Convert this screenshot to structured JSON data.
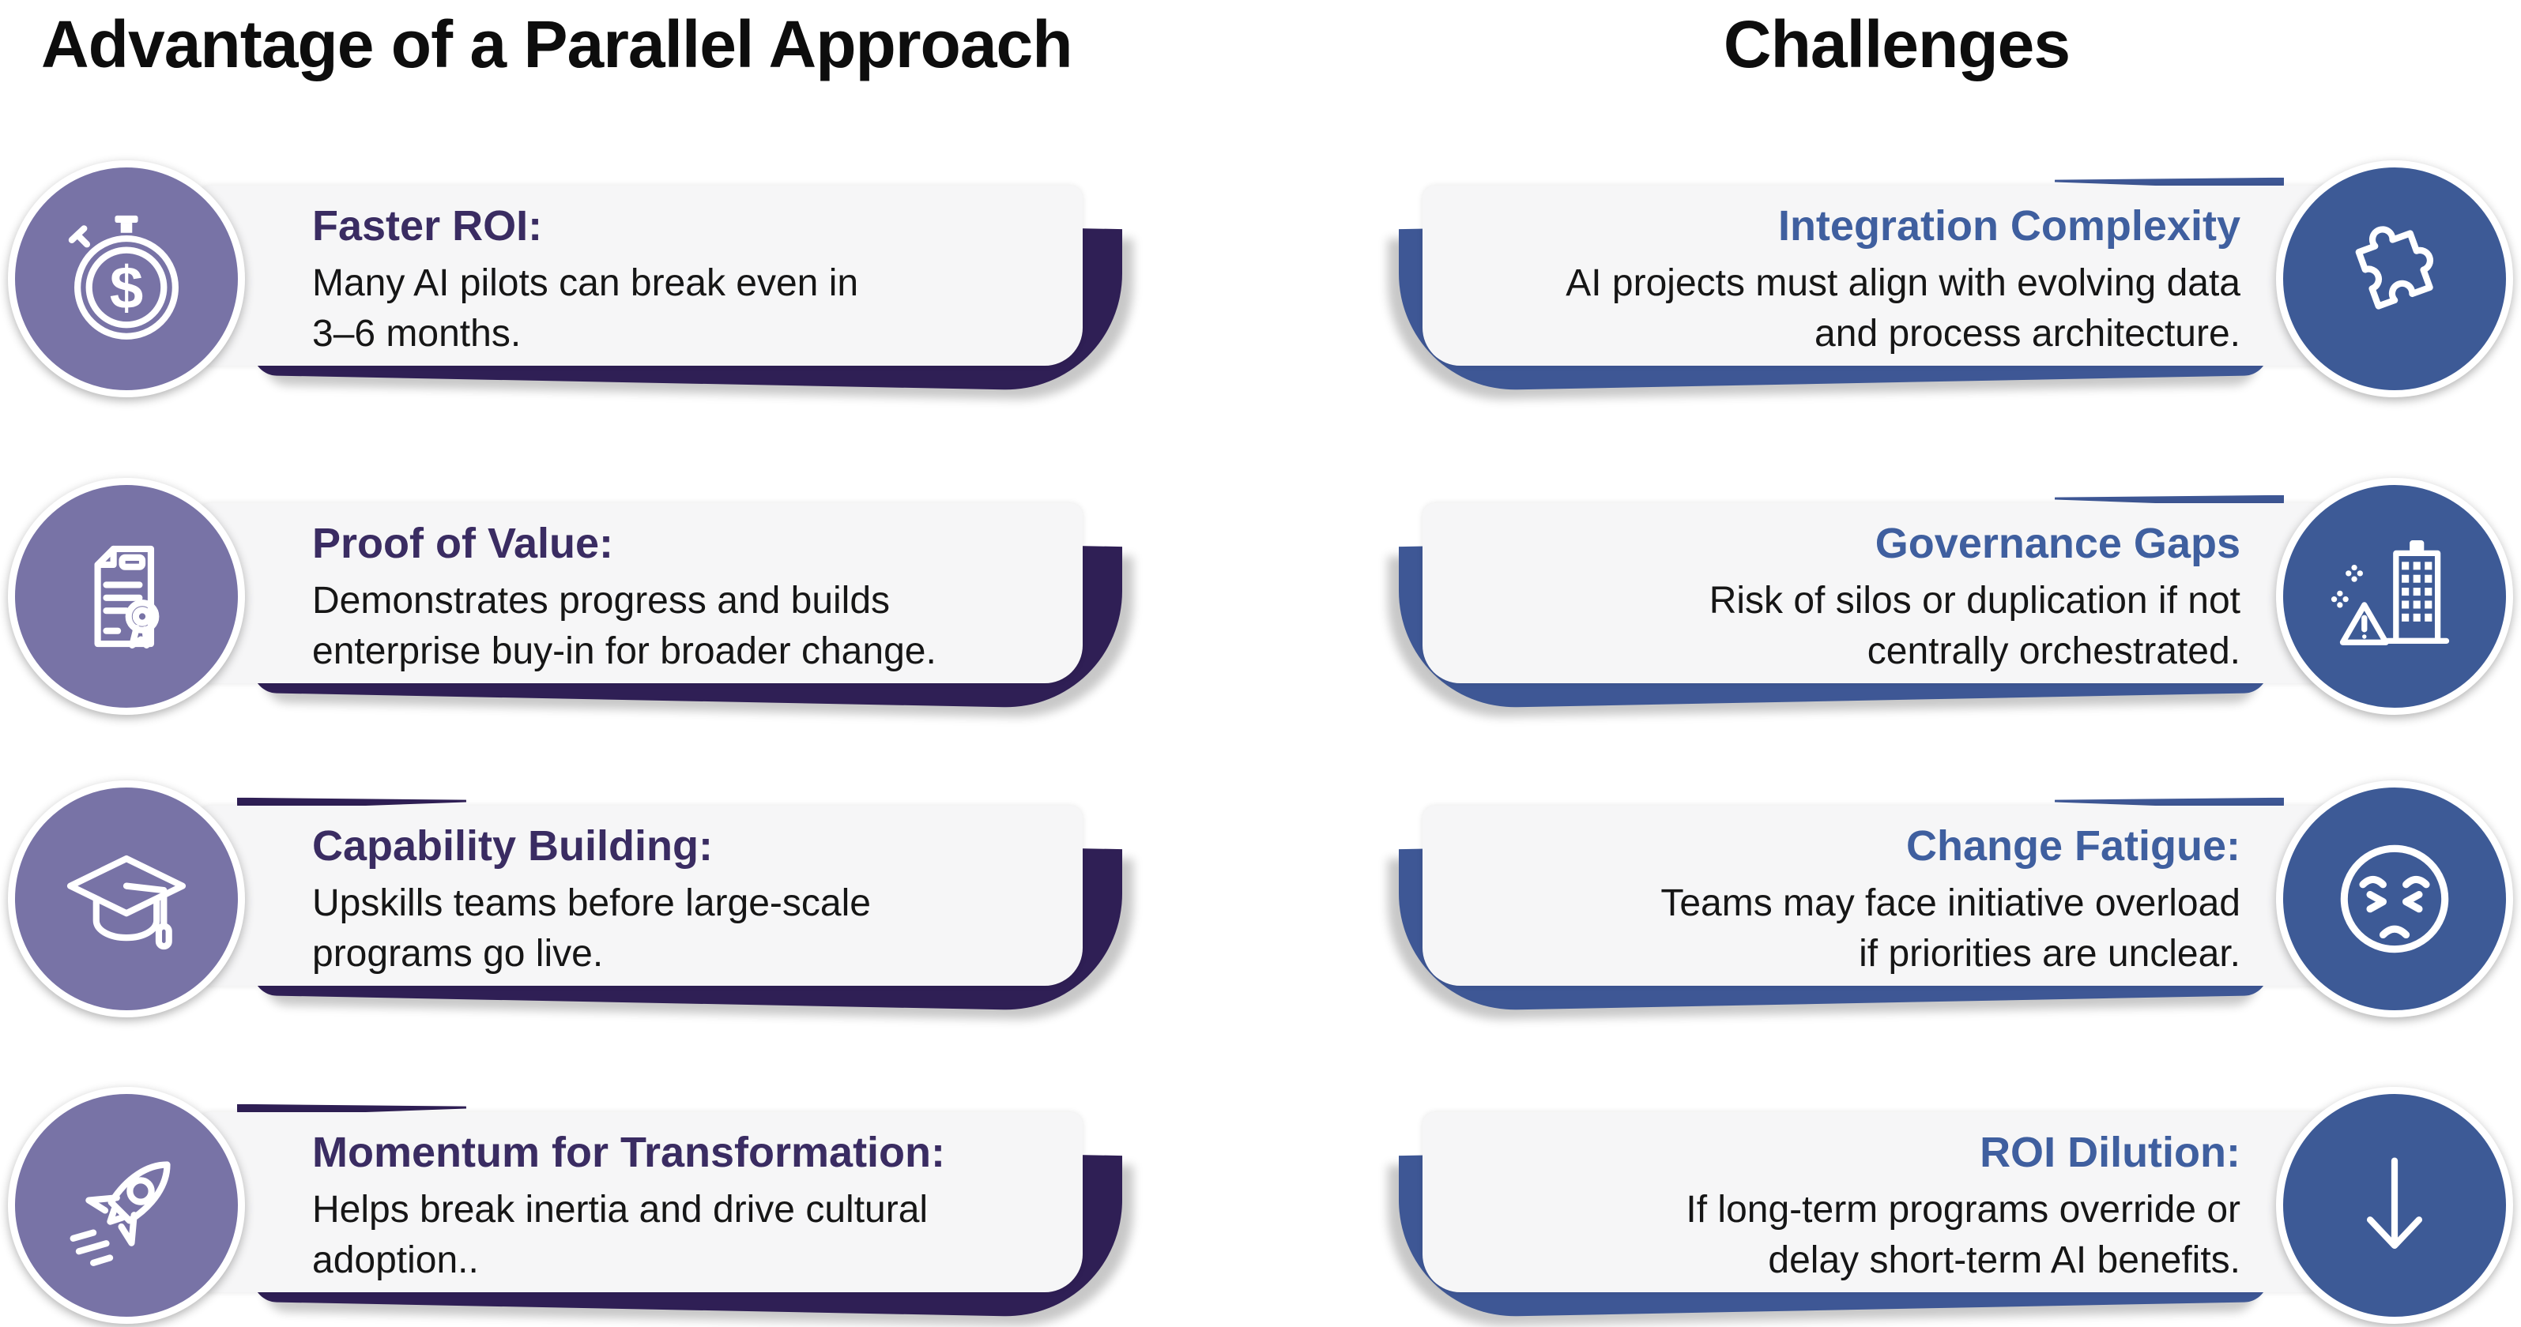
{
  "theme": {
    "purple_circle": "#7873A6",
    "purple_ribbon": "#2F1F55",
    "purple_heading": "#3A2C62",
    "blue_circle": "#3D5A96",
    "blue_ribbon": "#3E5795",
    "blue_heading": "#3F5F9F",
    "card_bg": "#F6F6F7",
    "body_text": "#161616",
    "title_text": "#0D0D0D"
  },
  "left_column": {
    "title": "Advantage of a Parallel Approach",
    "items": [
      {
        "icon": "stopwatch-dollar-icon",
        "title": "Faster ROI:",
        "body": "Many AI pilots can break even in\n3–6 months."
      },
      {
        "icon": "certificate-icon",
        "title": "Proof of Value:",
        "body": "Demonstrates progress and builds\nenterprise buy-in for broader change."
      },
      {
        "icon": "graduation-cap-icon",
        "title": "Capability Building:",
        "body": "Upskills teams before large-scale\nprograms go live."
      },
      {
        "icon": "rocket-icon",
        "title": "Momentum for Transformation:",
        "body": "Helps break inertia and drive cultural\nadoption.."
      }
    ]
  },
  "right_column": {
    "title": "Challenges",
    "items": [
      {
        "icon": "puzzle-piece-icon",
        "title": "Integration Complexity",
        "body": "AI projects must align with evolving data\nand process architecture."
      },
      {
        "icon": "building-warning-icon",
        "title": "Governance Gaps",
        "body": "Risk of silos or duplication if not\ncentrally orchestrated."
      },
      {
        "icon": "weary-face-icon",
        "title": "Change Fatigue:",
        "body": "Teams may face initiative overload\nif priorities are unclear."
      },
      {
        "icon": "down-arrow-icon",
        "title": "ROI Dilution:",
        "body": "If long-term programs override or\ndelay short-term AI benefits."
      }
    ]
  }
}
